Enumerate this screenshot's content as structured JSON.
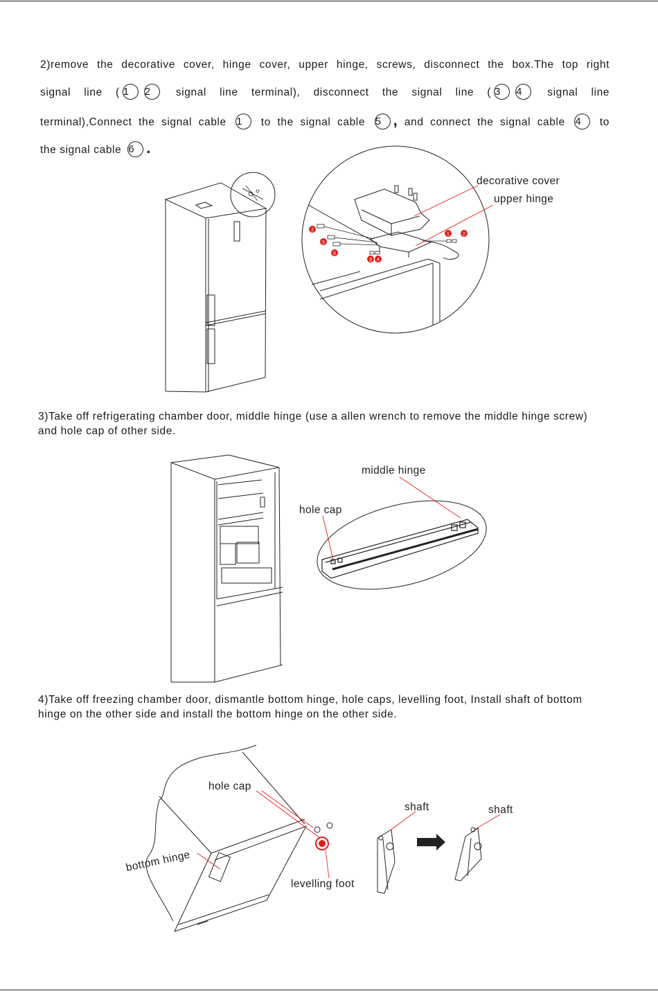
{
  "step2": {
    "lines": [
      [
        {
          "t": "2)remove the decorative cover, hinge cover, upper hinge, screws, disconnect the box.The top right"
        }
      ],
      [
        {
          "t": "signal line ("
        },
        {
          "c": "1"
        },
        {
          "c": "2"
        },
        {
          "t": " signal line terminal), disconnect the signal line ("
        },
        {
          "c": "3"
        },
        {
          "c": "4"
        },
        {
          "t": " signal line"
        }
      ],
      [
        {
          "t": "terminal),Connect the signal cable "
        },
        {
          "c": "1"
        },
        {
          "t": " to the signal cable "
        },
        {
          "c": "5"
        },
        {
          "p": ","
        },
        {
          "t": " and connect the signal cable "
        },
        {
          "c": "4"
        },
        {
          "t": " to"
        }
      ],
      [
        {
          "t": "the signal cable "
        },
        {
          "c": "6"
        },
        {
          "p": "."
        }
      ]
    ]
  },
  "figure1": {
    "label_decorative_cover": "decorative cover",
    "label_upper_hinge": "upper hinge",
    "callouts": [
      "2",
      "5",
      "6",
      "3",
      "4",
      "1",
      "2"
    ]
  },
  "step3": {
    "text": "3)Take off refrigerating chamber door, middle hinge (use a allen wrench to remove the middle hinge screw) and hole cap of other side."
  },
  "figure2": {
    "label_middle_hinge": "middle hinge",
    "label_hole_cap": "hole cap"
  },
  "step4": {
    "text": "4)Take off freezing chamber door, dismantle bottom hinge, hole caps, levelling foot,  Install shaft of bottom hinge on the other side and install the bottom hinge on the other side."
  },
  "figure3": {
    "label_hole_cap": "hole cap",
    "label_bottom_hinge": "bottom hinge",
    "label_levelling_foot": "levelling foot",
    "label_shaft_1": "shaft",
    "label_shaft_2": "shaft"
  },
  "colors": {
    "callout": "#e0201c",
    "leader": "#e0201c",
    "ink": "#222222"
  }
}
